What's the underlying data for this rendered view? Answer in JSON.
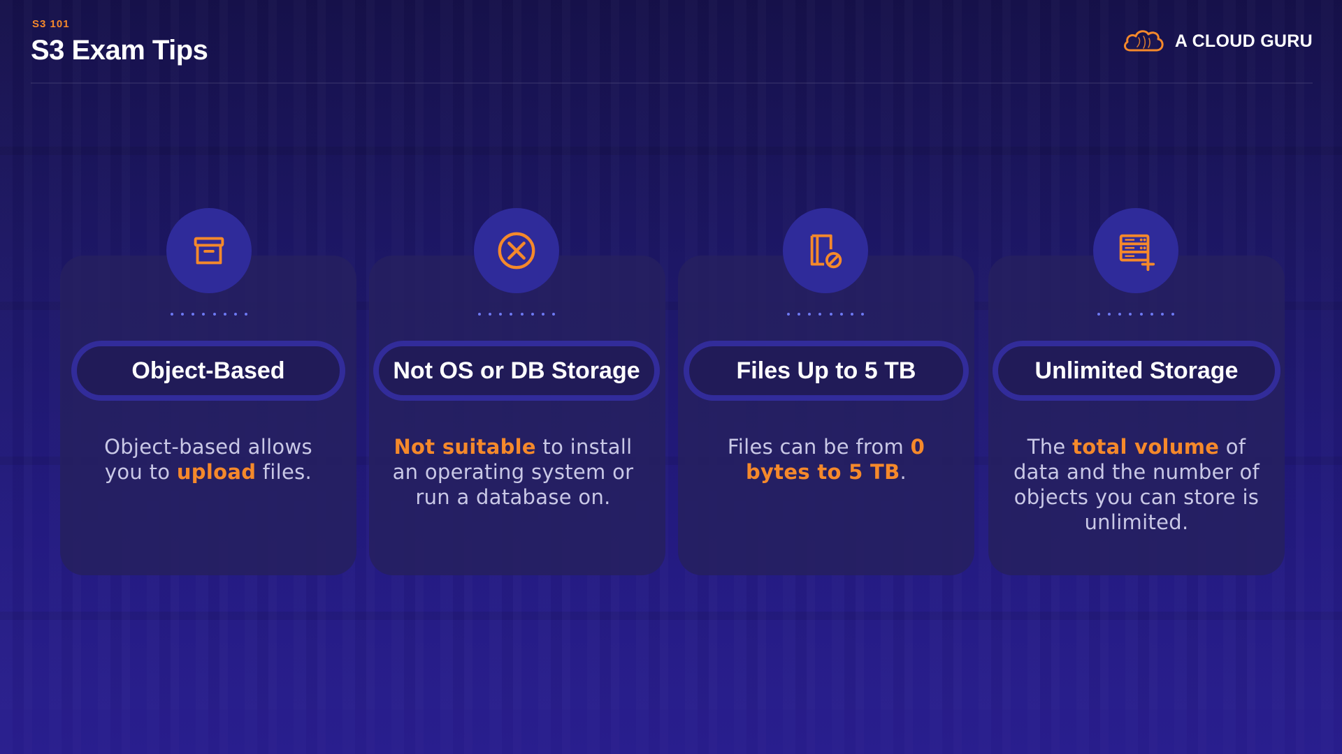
{
  "header": {
    "eyebrow": "S3 101",
    "title": "S3 Exam Tips",
    "brand": "A CLOUD GURU"
  },
  "colors": {
    "accent": "#f5892b",
    "icon_circle": "#2f2b9a",
    "pill_border": "#322c9a",
    "dots": "#6d79f2"
  },
  "cards": [
    {
      "icon": "archive-box-icon",
      "title": "Object-Based",
      "desc_pre": "Object-based allows you to ",
      "desc_hl": "upload",
      "desc_post": " files."
    },
    {
      "icon": "circle-x-icon",
      "title": "Not OS or DB Storage",
      "desc_pre": "",
      "desc_hl": "Not suitable",
      "desc_post": " to install an operating system or run a database on."
    },
    {
      "icon": "file-size-limit-icon",
      "title": "Files Up to 5 TB",
      "desc_pre": "Files can be from ",
      "desc_hl": "0 bytes to 5 TB",
      "desc_post": "."
    },
    {
      "icon": "server-add-icon",
      "title": "Unlimited Storage",
      "desc_pre": "The ",
      "desc_hl": "total volume",
      "desc_post": " of data and the number of objects you can store is unlimited."
    }
  ]
}
